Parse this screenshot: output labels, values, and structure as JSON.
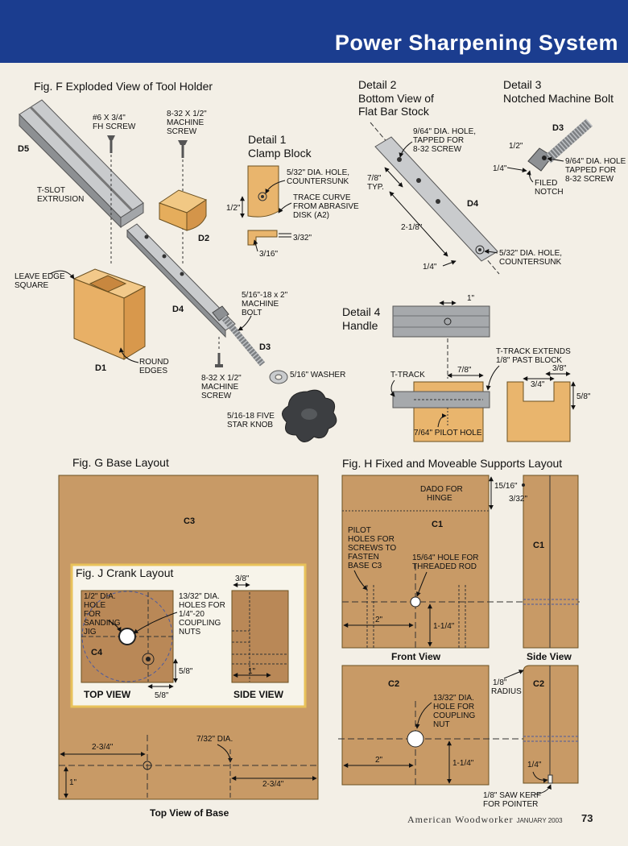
{
  "header": {
    "title": "Power Sharpening System"
  },
  "fig_f": {
    "title": "Fig. F  Exploded View of Tool Holder",
    "labels": {
      "d5": "D5",
      "tslot1": "T-SLOT",
      "tslot2": "EXTRUSION",
      "fh1": "#6 X 3/4\"",
      "fh2": "FH SCREW",
      "ms1": "8-32 X 1/2\"",
      "ms2": "MACHINE",
      "ms3": "SCREW",
      "d2": "D2",
      "leave1": "LEAVE EDGE",
      "leave2": "SQUARE",
      "d1": "D1",
      "round1": "ROUND",
      "round2": "EDGES",
      "d4": "D4",
      "bolt1": "5/16\"-18 x 2\"",
      "bolt2": "MACHINE",
      "bolt3": "BOLT",
      "d3": "D3",
      "washer": "5/16\" WASHER",
      "ms4": "8-32 X 1/2\"",
      "ms5": "MACHINE",
      "ms6": "SCREW",
      "knob1": "5/16-18 FIVE",
      "knob2": "STAR KNOB"
    }
  },
  "detail1": {
    "title1": "Detail 1",
    "title2": "Clamp Block",
    "hole1": "5/32\" DIA. HOLE,",
    "hole2": "COUNTERSUNK",
    "trace1": "TRACE CURVE",
    "trace2": "FROM ABRASIVE",
    "trace3": "DISK (A2)",
    "dim_half": "1/2\"",
    "dim_332": "3/32\"",
    "dim_316": "3/16\""
  },
  "detail2": {
    "title1": "Detail 2",
    "title2": "Bottom View of",
    "title3": "Flat Bar Stock",
    "hole1": "9/64\" DIA. HOLE,",
    "hole2": "TAPPED FOR",
    "hole3": "8-32 SCREW",
    "dim_78": "7/8\"",
    "typ": "TYP.",
    "d4": "D4",
    "dim_218": "2-1/8\"",
    "dim_14": "1/4\"",
    "hole4": "5/32\" DIA. HOLE,",
    "hole5": "COUNTERSUNK"
  },
  "detail3": {
    "title1": "Detail 3",
    "title2": "Notched Machine Bolt",
    "d3": "D3",
    "dim_12": "1/2\"",
    "dim_14": "1/4\"",
    "hole1": "9/64\" DIA. HOLE",
    "hole2": "TAPPED FOR",
    "hole3": "8-32 SCREW",
    "filed1": "FILED",
    "filed2": "NOTCH"
  },
  "detail4": {
    "title1": "Detail 4",
    "title2": "Handle",
    "dim_1": "1\"",
    "ttrack": "T-TRACK",
    "dim_78": "7/8\"",
    "ext1": "T-TRACK EXTENDS",
    "ext2": "1/8\" PAST BLOCK",
    "dim_38": "3/8\"",
    "dim_34": "3/4\"",
    "dim_58": "5/8\"",
    "pilot": "7/64\" PILOT HOLE"
  },
  "fig_g": {
    "title": "Fig. G  Base Layout",
    "c3": "C3",
    "dim_234a": "2-3/4\"",
    "dia": "7/32\" DIA.",
    "dim_1": "1\"",
    "dim_234b": "2-3/4\"",
    "caption": "Top View of Base"
  },
  "fig_j": {
    "title": "Fig. J  Crank Layout",
    "hole1": "1/2\" DIA.",
    "hole2": "HOLE",
    "hole3": "FOR",
    "hole4": "SANDING",
    "hole5": "JIG",
    "c4": "C4",
    "nut1": "13/32\" DIA.",
    "nut2": "HOLES FOR",
    "nut3": "1/4\"-20",
    "nut4": "COUPLING",
    "nut5": "NUTS",
    "dim_58a": "5/8\"",
    "dim_58b": "5/8\"",
    "dim_38": "3/8\"",
    "dim_1": "1\"",
    "top_view": "TOP VIEW",
    "side_view": "SIDE VIEW"
  },
  "fig_h": {
    "title": "Fig. H  Fixed and Moveable Supports Layout",
    "dado1": "DADO FOR",
    "dado2": "HINGE",
    "c1": "C1",
    "pilot1": "PILOT",
    "pilot2": "HOLES FOR",
    "pilot3": "SCREWS TO",
    "pilot4": "FASTEN",
    "pilot5": "BASE C3",
    "rod1": "15/64\" HOLE FOR",
    "rod2": "THREADED ROD",
    "dim_2a": "2\"",
    "dim_114a": "1-1/4\"",
    "front_view": "Front View",
    "dim_1516": "15/16\"",
    "dim_332": "3/32\"",
    "c1_side": "C1",
    "side_view": "Side View",
    "c2": "C2",
    "nut1": "13/32\" DIA.",
    "nut2": "HOLE FOR",
    "nut3": "COUPLING",
    "nut4": "NUT",
    "dim_2b": "2\"",
    "dim_114b": "1-1/4\"",
    "rad1": "1/8\"",
    "rad2": "RADIUS",
    "c2_side": "C2",
    "dim_14": "1/4\"",
    "kerf1": "1/8\" SAW KERF",
    "kerf2": "FOR POINTER"
  },
  "footer": {
    "magazine": "American Woodworker",
    "date": "JANUARY 2003",
    "page": "73"
  }
}
